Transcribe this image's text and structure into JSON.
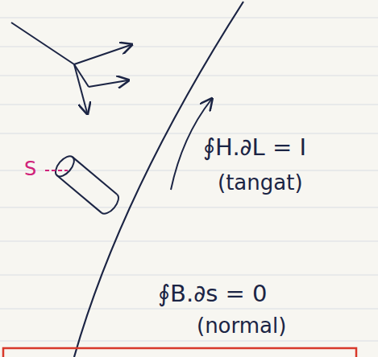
{
  "diagram": {
    "labels": [
      "∮H.∂L = I",
      "(tangat)",
      "S",
      "∮B.∂s = 0",
      "(normal)"
    ]
  }
}
